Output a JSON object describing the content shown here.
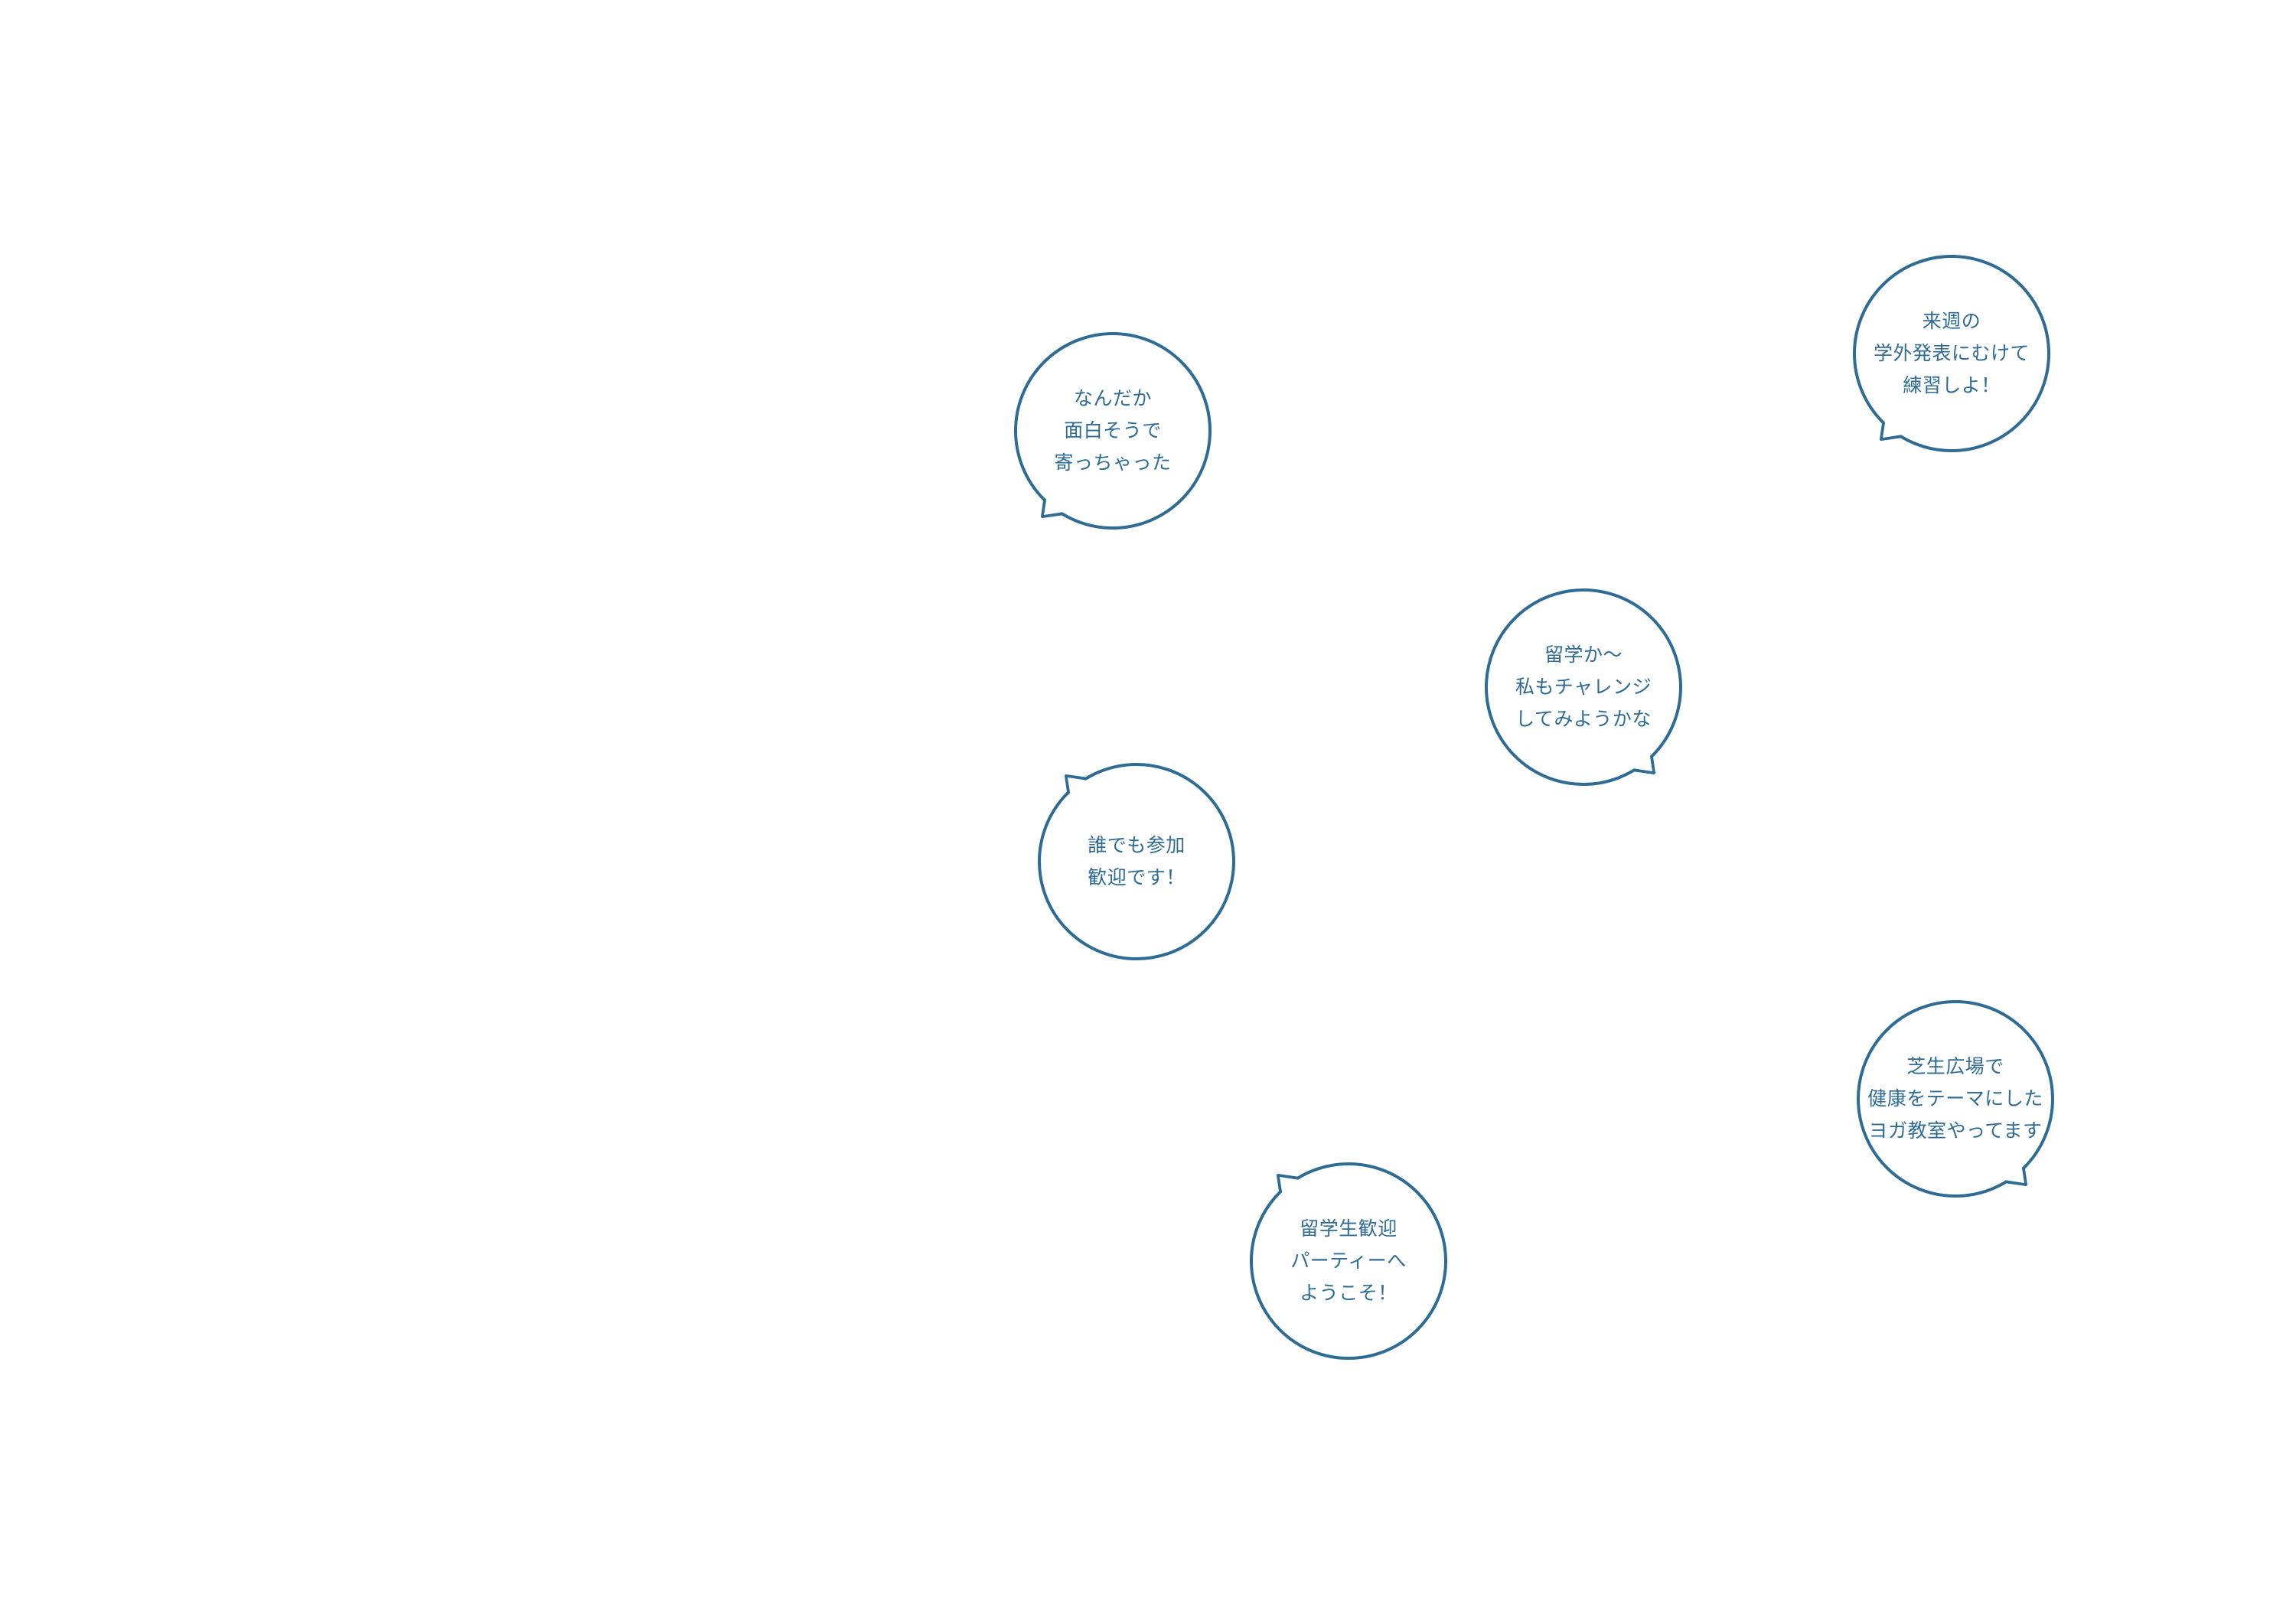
{
  "colors": {
    "background": "#ffffff",
    "bubble_stroke": "#2e6b95",
    "bubble_fill": "#ffffff",
    "text": "#2e6b95"
  },
  "bubbles": [
    {
      "id": "nandaka",
      "tail": "bottom-left",
      "lines": [
        "なんだか",
        "面白そうで",
        "寄っちゃった"
      ]
    },
    {
      "id": "raishu",
      "tail": "bottom-left",
      "lines": [
        "来週の",
        "学外発表にむけて",
        "練習しよ！"
      ]
    },
    {
      "id": "ryugakuka",
      "tail": "bottom-right",
      "lines": [
        "留学か～",
        "私もチャレンジ",
        "してみようかな"
      ]
    },
    {
      "id": "daredemo",
      "tail": "top-left",
      "lines": [
        "誰でも参加",
        "歓迎です！"
      ]
    },
    {
      "id": "shibafu",
      "tail": "bottom-right",
      "lines": [
        "芝生広場で",
        "健康をテーマにした",
        "ヨガ教室やってます"
      ]
    },
    {
      "id": "ryugakusei",
      "tail": "top-left",
      "lines": [
        "留学生歓迎",
        "パーティーへ",
        "ようこそ！"
      ]
    }
  ]
}
